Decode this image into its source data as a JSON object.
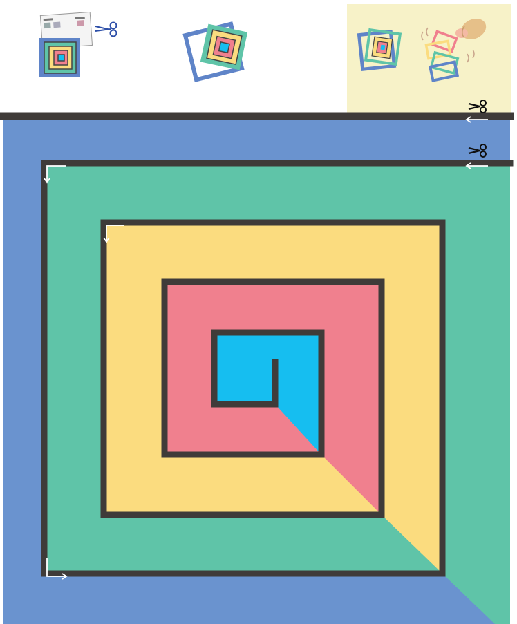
{
  "colors": {
    "background_white": "#ffffff",
    "highlight_panel": "#f7f2c8",
    "blue": "#6a93cf",
    "green": "#5fc4a8",
    "yellow": "#fbdc7f",
    "pink": "#f0808e",
    "cyan": "#16bef0",
    "cut_line": "#3f3b39",
    "arrow": "#ffffff"
  },
  "icons": {
    "scissors": "scissors-icon",
    "arrow": "direction-arrow-icon",
    "hand": "hand-icon"
  },
  "steps": [
    {
      "name": "step-cut-out-sheet"
    },
    {
      "name": "step-assemble-squares"
    },
    {
      "name": "step-pull-spiral"
    }
  ]
}
